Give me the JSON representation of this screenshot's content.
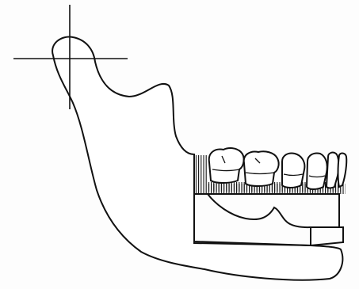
{
  "figure": {
    "background": "#fdfdfd",
    "line_color": "#111111",
    "fill_color": "#ffffff",
    "components": [
      "mandible-outline",
      "condyle-crosshair",
      "tooth-row",
      "gingival-hatching",
      "denture-base-block"
    ],
    "tooth_count": 6
  }
}
